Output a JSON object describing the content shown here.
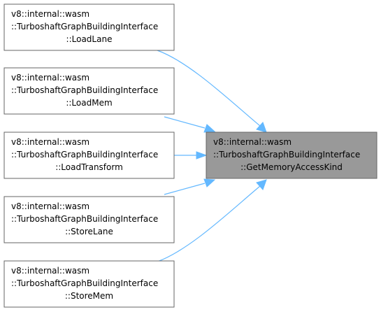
{
  "colors": {
    "node_fill": "#ffffff",
    "target_fill": "#999999",
    "node_border": "#666666",
    "edge": "#63b8ff"
  },
  "target": {
    "lines": [
      "v8::internal::wasm",
      "::TurboshaftGraphBuildingInterface",
      "::GetMemoryAccessKind"
    ]
  },
  "callers": [
    {
      "lines": [
        "v8::internal::wasm",
        "::TurboshaftGraphBuildingInterface",
        "::LoadLane"
      ]
    },
    {
      "lines": [
        "v8::internal::wasm",
        "::TurboshaftGraphBuildingInterface",
        "::LoadMem"
      ]
    },
    {
      "lines": [
        "v8::internal::wasm",
        "::TurboshaftGraphBuildingInterface",
        "::LoadTransform"
      ]
    },
    {
      "lines": [
        "v8::internal::wasm",
        "::TurboshaftGraphBuildingInterface",
        "::StoreLane"
      ]
    },
    {
      "lines": [
        "v8::internal::wasm",
        "::TurboshaftGraphBuildingInterface",
        "::StoreMem"
      ]
    }
  ]
}
